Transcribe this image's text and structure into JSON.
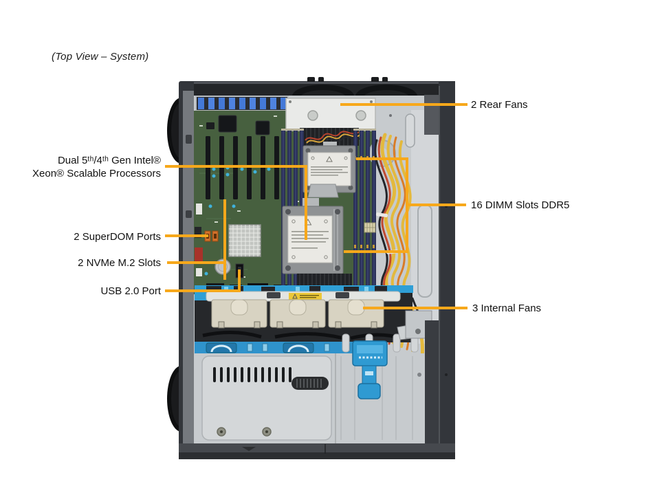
{
  "page": {
    "title": "(Top View – System)"
  },
  "colors": {
    "callout": "#F7A81B",
    "board": "#47603F",
    "dimm": "#2B3156",
    "shroud_blue": "#2F9FD6",
    "fan_cream": "#D8D3C2",
    "cable_yellow": "#E3B93D",
    "chassis_dark": "#33363B",
    "chassis_light": "#C7CBCE"
  },
  "callouts": {
    "processors": {
      "line1": "Dual 5ᵗʰ/4ᵗʰ Gen Intel®",
      "line2": "Xeon® Scalable Processors"
    },
    "superdom": "2 SuperDOM Ports",
    "nvme": "2 NVMe M.2 Slots",
    "usb": "USB 2.0 Port",
    "rear_fans": "2 Rear Fans",
    "dimm": "16 DIMM Slots DDR5",
    "internal_fans": "3 Internal Fans"
  }
}
